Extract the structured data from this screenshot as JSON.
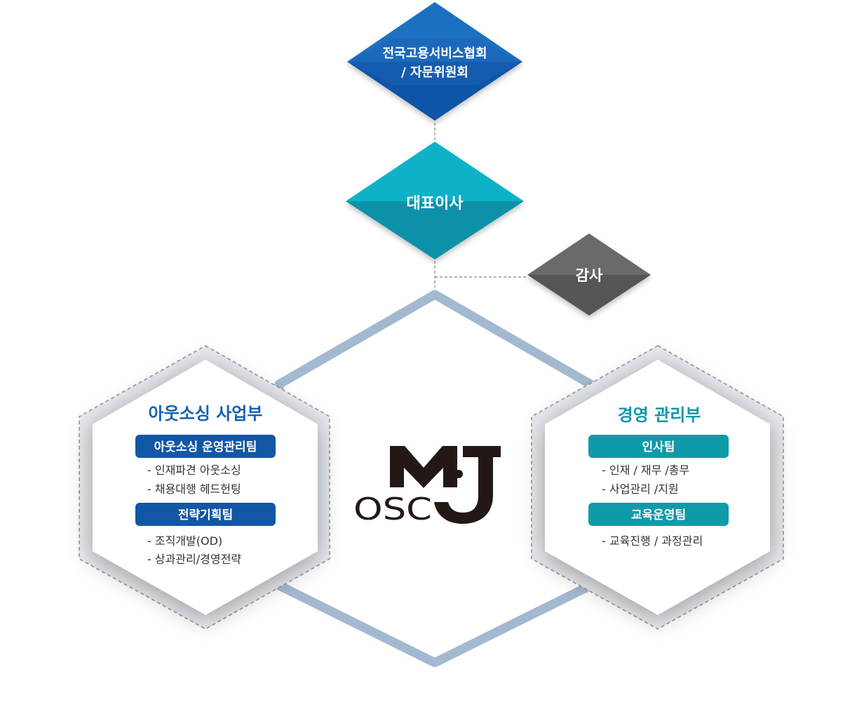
{
  "top_node": {
    "line1": "전국고용서비스협회",
    "line2": "/ 자문위원회",
    "color_light": "#1f6fc0",
    "color_dark": "#0e55a6"
  },
  "ceo_node": {
    "label": "대표이사",
    "color_light": "#0cb2c8",
    "color_dark": "#0891a8"
  },
  "audit_node": {
    "label": "감사",
    "color_light": "#6b6b6b",
    "color_dark": "#555555"
  },
  "logo": {
    "mark": "M·J",
    "text": "OSC"
  },
  "outsourcing_division": {
    "title": "아웃소싱 사업부",
    "title_color": "#1560b0",
    "teams": [
      {
        "name": "아웃소싱 운영관리팀",
        "tasks": [
          "- 인재파견 아웃소싱",
          "- 채용대행 헤드헌팅"
        ]
      },
      {
        "name": "전략기획팀",
        "tasks": [
          "- 조직개발(OD)",
          "- 상과관리/경영전략"
        ]
      }
    ],
    "team_color": "#1257a5"
  },
  "management_division": {
    "title": "경영 관리부",
    "title_color": "#0d97a9",
    "teams": [
      {
        "name": "인사팀",
        "tasks": [
          "- 인재 / 재무 /총무",
          "- 사업관리 /지원"
        ]
      },
      {
        "name": "교육운영팀",
        "tasks": [
          "- 교육진행 / 과정관리"
        ]
      }
    ],
    "team_color": "#0f9aa8"
  },
  "frame_color": "#a3b9d0"
}
